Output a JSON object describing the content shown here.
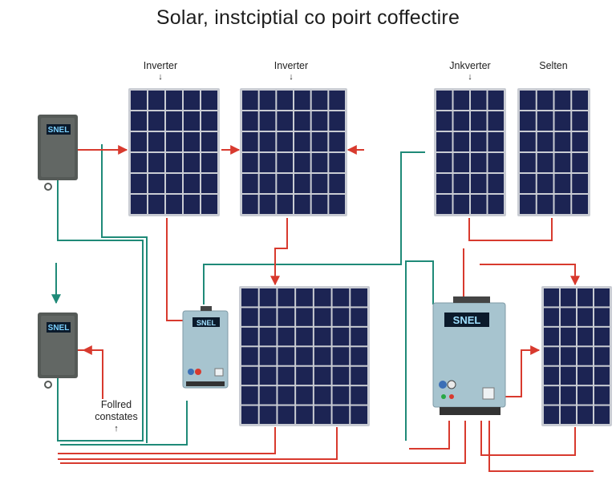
{
  "title": "Solar, instciptial co poirt coffectire",
  "panel_labels": [
    "Inverter",
    "Inverter",
    "Jnkverter",
    "Selten"
  ],
  "inverter_display": "SNEL",
  "note_lines": [
    "Follred",
    "constates"
  ],
  "colors": {
    "background": "#ffffff",
    "panel_cell": "#1c2453",
    "panel_frame": "#c9ccd3",
    "wire_red": "#d83a2e",
    "wire_teal": "#1f8a78",
    "inverter_body": "#a7c4cf",
    "wall_unit": "#555a57",
    "display": "#0b1a2b"
  }
}
